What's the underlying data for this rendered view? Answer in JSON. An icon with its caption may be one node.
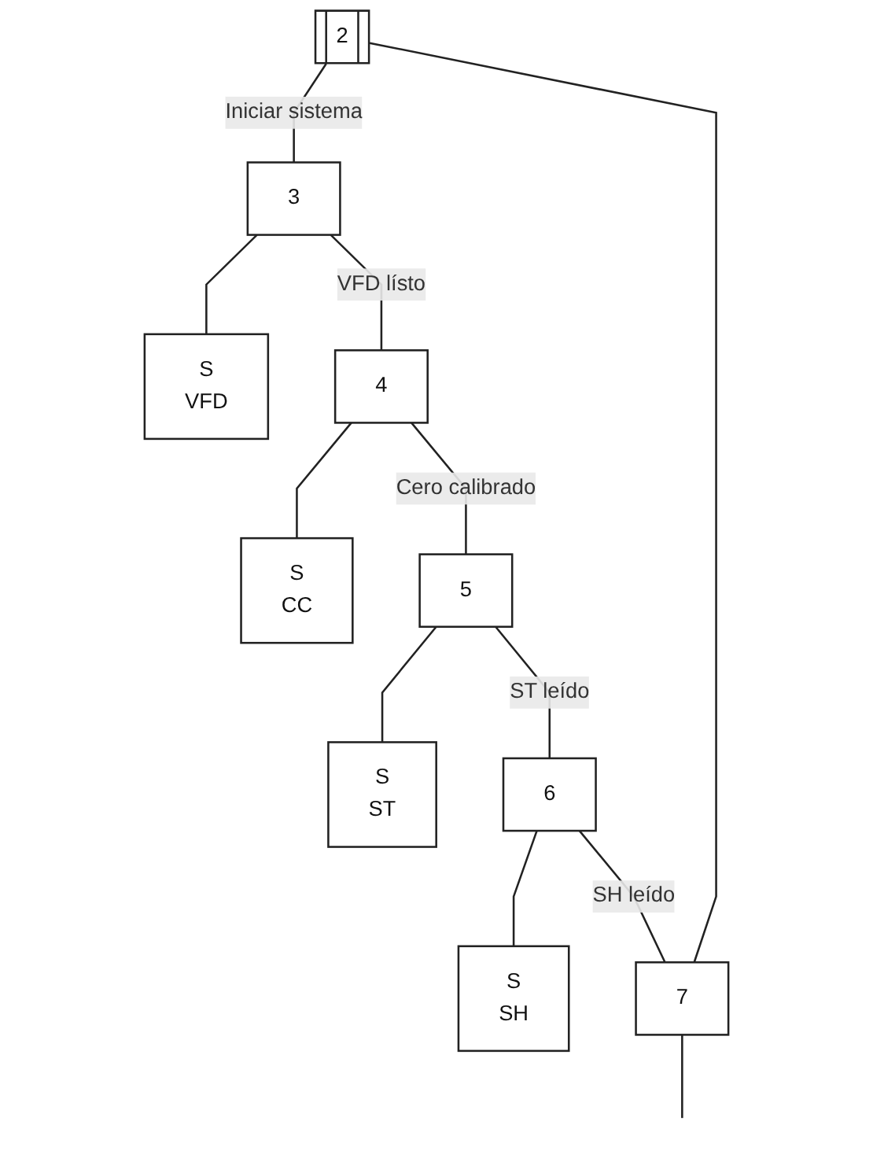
{
  "diagram": {
    "nodes": [
      {
        "text": [
          "2"
        ]
      },
      {
        "text": [
          "3"
        ]
      },
      {
        "text": [
          "S",
          "VFD"
        ]
      },
      {
        "text": [
          "4"
        ]
      },
      {
        "text": [
          "S",
          "CC"
        ]
      },
      {
        "text": [
          "5"
        ]
      },
      {
        "text": [
          "S",
          "ST"
        ]
      },
      {
        "text": [
          "6"
        ]
      },
      {
        "text": [
          "S",
          "SH"
        ]
      },
      {
        "text": [
          "7"
        ]
      }
    ],
    "edges": [
      {
        "from": 0,
        "to": 1,
        "arrow": "none",
        "label": "Iniciar sistema"
      },
      {
        "from": 1,
        "to": 2,
        "arrow": "none"
      },
      {
        "from": 1,
        "to": 3,
        "arrow": "none",
        "label": "VFD lísto"
      },
      {
        "from": 3,
        "to": 4,
        "arrow": "none"
      },
      {
        "from": 3,
        "to": 5,
        "arrow": "none",
        "label": "Cero calibrado"
      },
      {
        "from": 5,
        "to": 6,
        "arrow": "none"
      },
      {
        "from": 5,
        "to": 7,
        "arrow": "none",
        "label": "ST leído"
      },
      {
        "from": 7,
        "to": 8,
        "arrow": "none"
      },
      {
        "from": 7,
        "to": 9,
        "arrow": "none",
        "label": "SH leído"
      },
      {
        "from": 9,
        "to": null,
        "arrow": "none"
      },
      {
        "from": 9,
        "to": 0,
        "arrow": "none"
      }
    ]
  }
}
